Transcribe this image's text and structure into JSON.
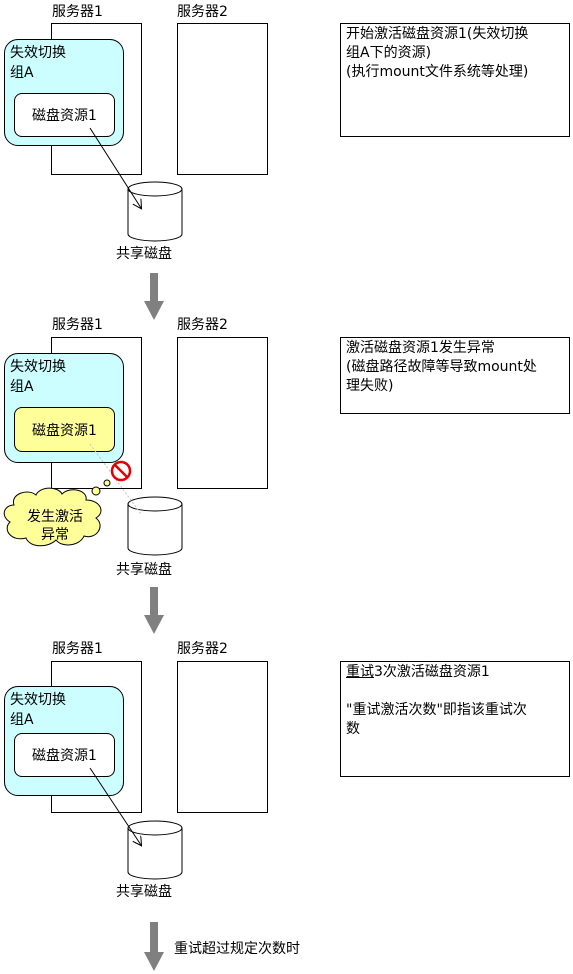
{
  "server1_label": "服务器1",
  "server2_label": "服务器2",
  "group_label_line1": "失效切换",
  "group_label_line2": "组A",
  "resource_label": "磁盘资源1",
  "disk_label": "共享磁盘",
  "step1": {
    "note_line1": "开始激活磁盘资源1(失效切换",
    "note_line2": "组A下的资源)",
    "note_line3": "(执行mount文件系统等处理)"
  },
  "step2": {
    "note_line1": "激活磁盘资源1发生异常",
    "note_line2": "(磁盘路径故障等导致mount处",
    "note_line3": "理失败)",
    "cloud_line1": "发生激活",
    "cloud_line2": "异常"
  },
  "step3": {
    "note_underlined": "重试",
    "note_line1_rest": "3次激活磁盘资源1",
    "note_line2": "\"重试激活次数\"即指该重试次",
    "note_line3": "数"
  },
  "bottom_label": "重试超过规定次数时",
  "colors": {
    "group_fill": "#ccfdff",
    "error_resource_fill": "#ffff99",
    "cloud_fill": "#ffff99",
    "arrow_gray": "#808080",
    "prohibit_red": "#e00000"
  }
}
